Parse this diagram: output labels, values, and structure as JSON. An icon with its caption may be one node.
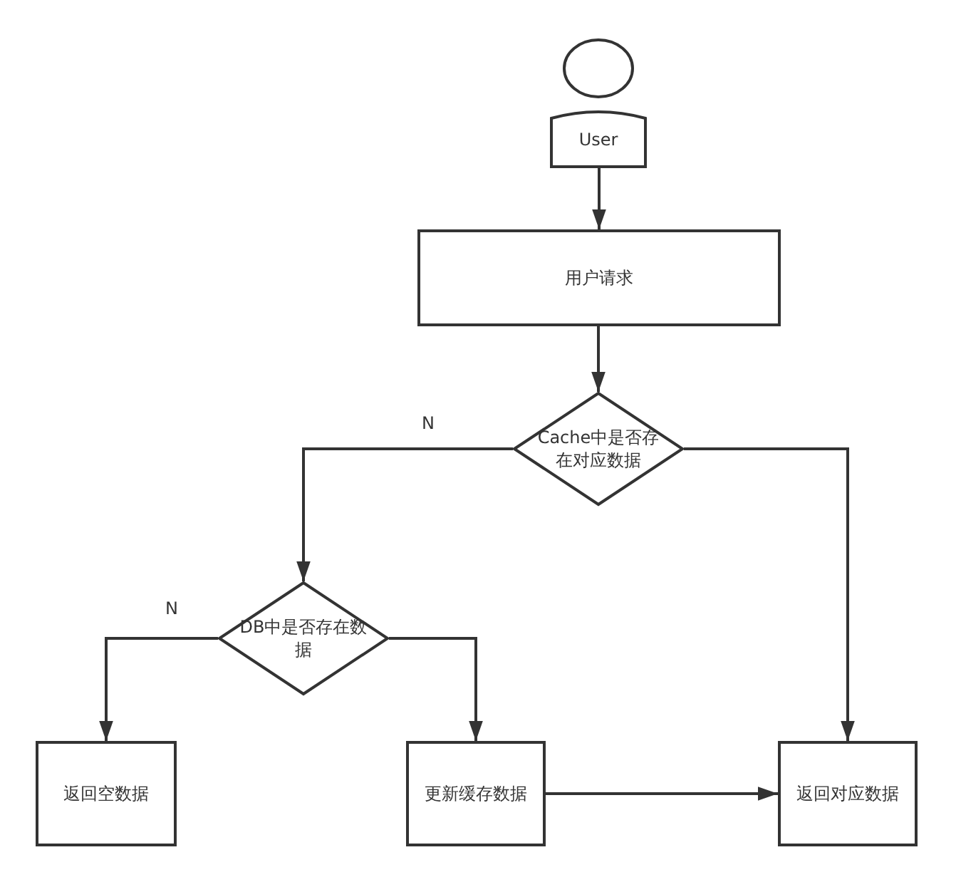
{
  "diagram": {
    "nodes": [
      {
        "text": [
          "User"
        ]
      },
      {
        "text": [
          "用户请求"
        ]
      },
      {
        "text": [
          "Cache中是否存在对应数据"
        ]
      },
      {
        "text": [
          "DB中是否存在数据"
        ]
      },
      {
        "text": [
          "返回空数据"
        ]
      },
      {
        "text": [
          "更新缓存数据"
        ]
      },
      {
        "text": [
          "返回对应数据"
        ]
      }
    ],
    "edges": [
      {
        "from": 0,
        "to": 1,
        "arrow": "to"
      },
      {
        "from": 1,
        "to": 2,
        "arrow": "to"
      },
      {
        "from": 2,
        "to": 3,
        "arrow": "to",
        "label": "N"
      },
      {
        "from": 2,
        "to": 6,
        "arrow": "to"
      },
      {
        "from": 3,
        "to": 4,
        "arrow": "to",
        "label": "N"
      },
      {
        "from": 3,
        "to": 5,
        "arrow": "to"
      },
      {
        "from": 5,
        "to": 6,
        "arrow": "to"
      }
    ]
  }
}
